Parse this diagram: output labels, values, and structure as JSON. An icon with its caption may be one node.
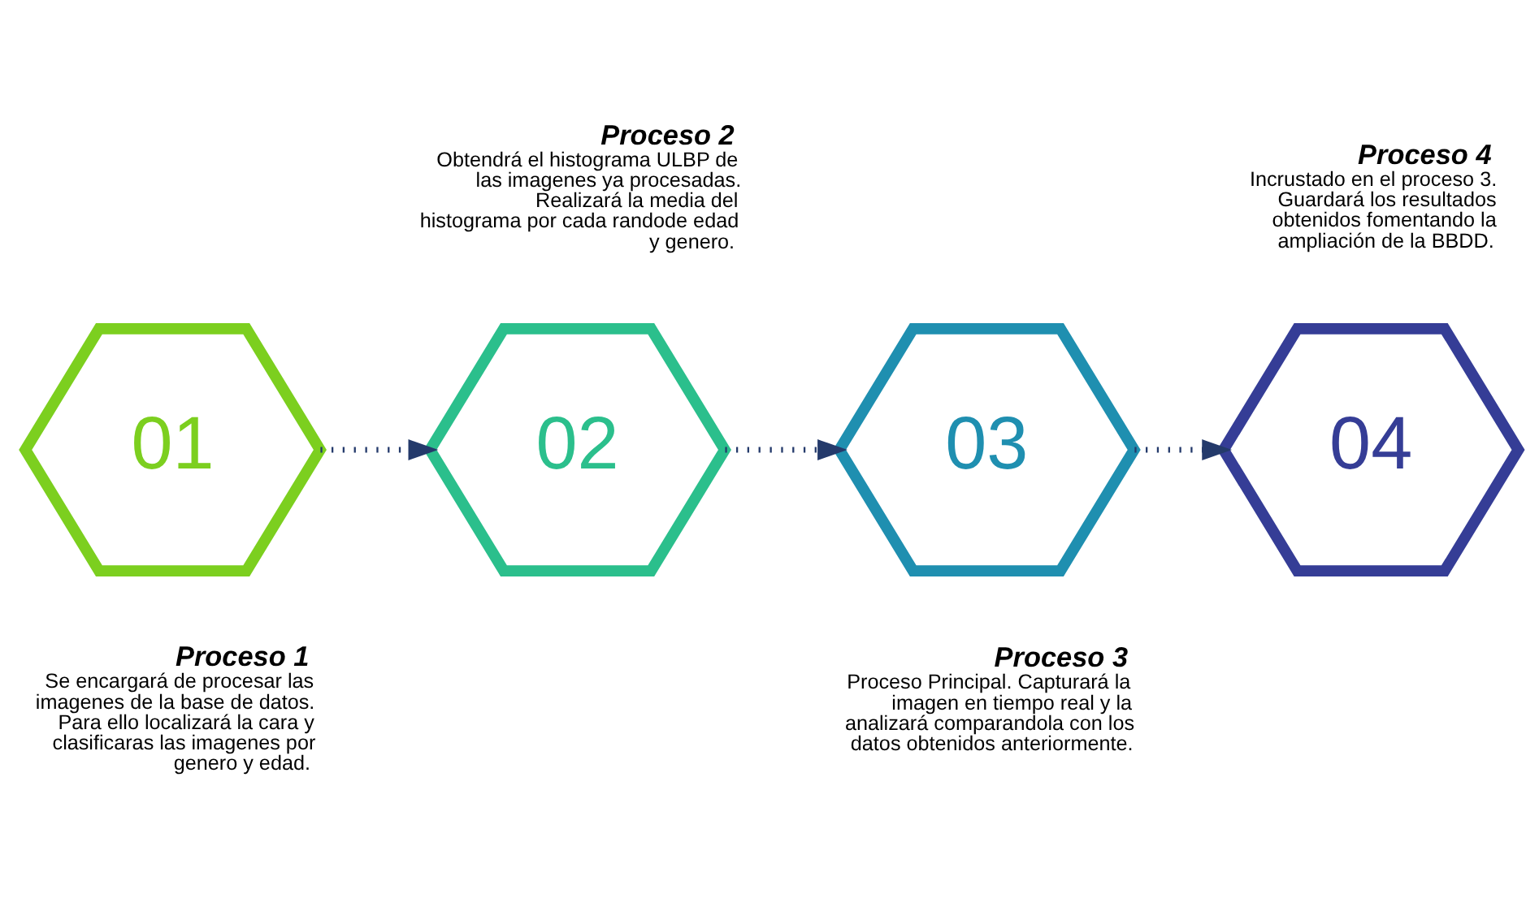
{
  "diagram": {
    "nodes": [
      {
        "text": [
          "01"
        ],
        "beside": [
          "Proceso 1",
          "Se encargará de procesar las imagenes de la base de datos. Para ello localizará la cara y clasificaras las imagenes por genero y edad."
        ]
      },
      {
        "text": [
          "02"
        ],
        "beside": [
          "Proceso 2",
          "Obtendrá el histograma ULBP de las imagenes ya procesadas. Realizará la media del histograma por cada randode edad y genero."
        ]
      },
      {
        "text": [
          "03"
        ],
        "beside": [
          "Proceso 3",
          "Proceso Principal. Capturará la imagen en tiempo real y la analizará comparandola con los datos obtenidos anteriormente."
        ]
      },
      {
        "text": [
          "04"
        ],
        "beside": [
          "Proceso 4",
          "Incrustado en el proceso 3. Guardará los resultados obtenidos fomentando la ampliación de la BBDD."
        ]
      }
    ],
    "edges": [
      {
        "from": 0,
        "to": 1,
        "arrow": "to"
      },
      {
        "from": 1,
        "to": 2,
        "arrow": "to"
      },
      {
        "from": 2,
        "to": 3,
        "arrow": "to"
      }
    ]
  }
}
